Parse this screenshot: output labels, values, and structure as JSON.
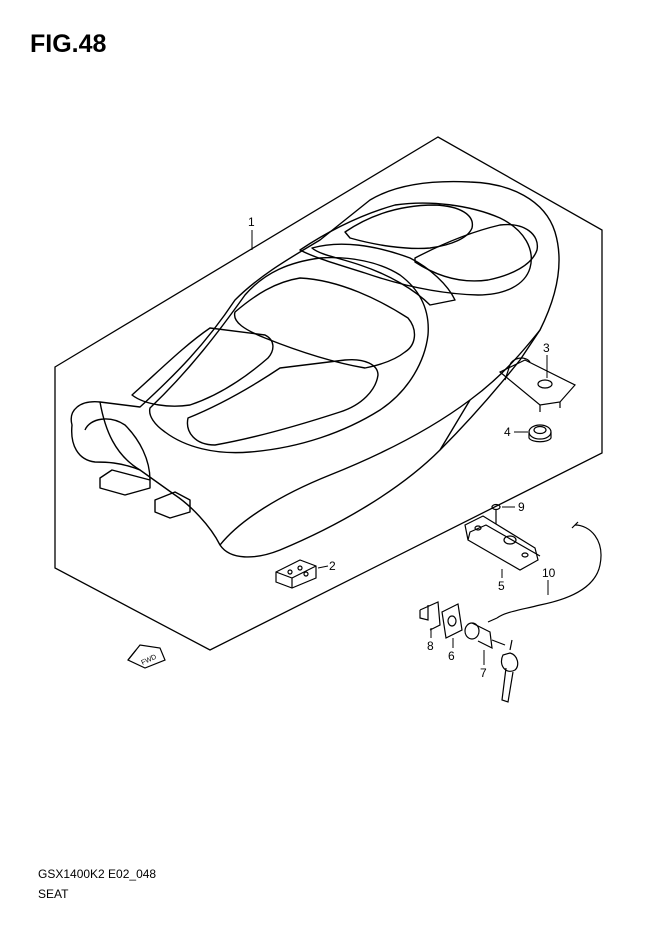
{
  "figure": {
    "title": "FIG.48"
  },
  "footer": {
    "model_code": "GSX1400K2 E02_048",
    "section_name": "SEAT"
  },
  "diagram": {
    "fwd_arrow_text": "FWD",
    "callouts": [
      {
        "number": "1",
        "part": "seat"
      },
      {
        "number": "2",
        "part": "seat-bumper"
      },
      {
        "number": "3",
        "part": "bracket"
      },
      {
        "number": "4",
        "part": "grommet"
      },
      {
        "number": "5",
        "part": "lock-housing"
      },
      {
        "number": "6",
        "part": "lock-plate"
      },
      {
        "number": "7",
        "part": "seat-lock-key-set"
      },
      {
        "number": "8",
        "part": "lock-clip"
      },
      {
        "number": "9",
        "part": "screw"
      },
      {
        "number": "10",
        "part": "release-cable"
      }
    ]
  }
}
